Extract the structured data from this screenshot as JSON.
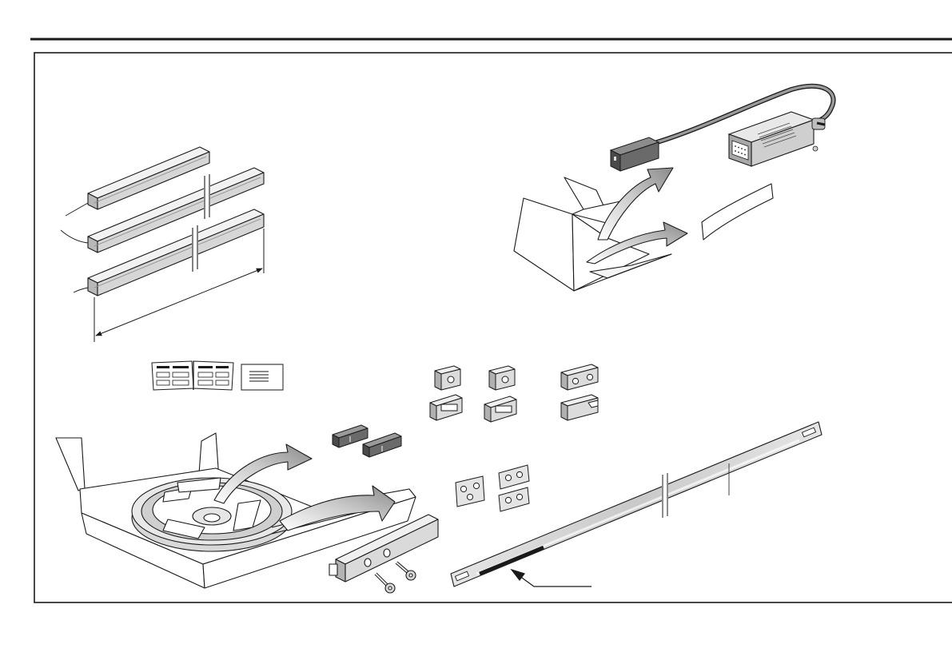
{
  "document": {
    "header_rule": "top-rule",
    "figure_frame": "frame-border"
  },
  "figure": {
    "type": "exploded-parts-illustration",
    "parts": [
      {
        "id": "profile-rail-short",
        "icon": "rail-icon"
      },
      {
        "id": "profile-rail-medium",
        "icon": "rail-icon"
      },
      {
        "id": "profile-rail-long",
        "icon": "rail-icon"
      },
      {
        "id": "length-dimension",
        "icon": "dimension-arrow-icon"
      },
      {
        "id": "scanning-head-cable-connector",
        "icon": "connector-icon"
      },
      {
        "id": "packaging-box-top",
        "icon": "box-icon"
      },
      {
        "id": "adhesive-strip",
        "icon": "strip-icon"
      },
      {
        "id": "manual-booklet",
        "icon": "booklet-icon"
      },
      {
        "id": "label-card",
        "icon": "card-icon"
      },
      {
        "id": "tape-reel-box",
        "icon": "reel-icon"
      },
      {
        "id": "end-pieces",
        "icon": "end-piece-icon"
      },
      {
        "id": "mounting-clamps",
        "icon": "clamp-icon"
      },
      {
        "id": "spacer-plates",
        "icon": "plate-icon"
      },
      {
        "id": "mounting-block-screws",
        "icon": "screw-icon"
      },
      {
        "id": "scale-tape",
        "icon": "scale-tape-icon"
      }
    ],
    "colors": {
      "line": "#1a1a1a",
      "face_light": "#ececec",
      "face_mid": "#d2d2d2",
      "face_dark": "#a9a9a9",
      "dark_part": "#6a6a6a"
    }
  }
}
